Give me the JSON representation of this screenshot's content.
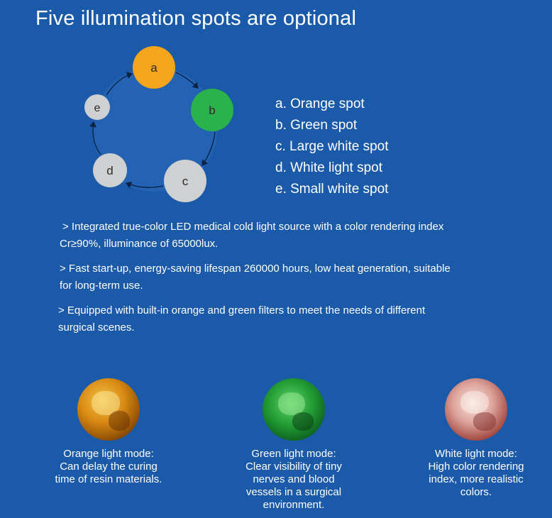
{
  "title": "Five illumination spots are optional",
  "spots": [
    {
      "letter": "a",
      "label": "a. Orange spot",
      "color": "#f4a51c"
    },
    {
      "letter": "b",
      "label": "b. Green spot",
      "color": "#2ab34a"
    },
    {
      "letter": "c",
      "label": "c. Large white spot",
      "color": "#cfd0d2"
    },
    {
      "letter": "d",
      "label": "d. White light spot",
      "color": "#cfd0d2"
    },
    {
      "letter": "e",
      "label": "e. Small white spot",
      "color": "#cfd0d2"
    }
  ],
  "bullets": [
    {
      "line1": "> Integrated true-color LED medical cold light source with a color rendering index",
      "line2": "Cr≥90%, illuminance of 65000lux."
    },
    {
      "line1": "> Fast start-up, energy-saving lifespan 260000 hours, low heat generation, suitable",
      "line2": "for long-term use."
    },
    {
      "line1": "> Equipped with built-in orange and green filters to meet the needs of different",
      "line2": "surgical scenes."
    }
  ],
  "modes": [
    {
      "lines": [
        "Orange light mode:",
        "Can delay the curing",
        "time of resin materials."
      ]
    },
    {
      "lines": [
        "Green light mode:",
        "Clear visibility of tiny",
        "nerves and blood",
        "vessels in a surgical",
        "environment."
      ]
    },
    {
      "lines": [
        "White light mode:",
        "High color rendering",
        "index, more realistic",
        "colors."
      ]
    }
  ],
  "colors": {
    "background": "#1b5aa8",
    "text": "#ffffff",
    "arrow": "#0d2346"
  }
}
